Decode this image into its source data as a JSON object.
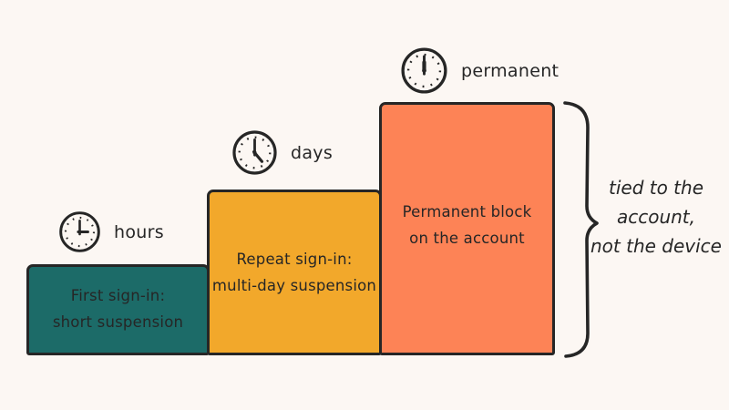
{
  "canvas": {
    "background_color": "#fcf7f3",
    "ink_color": "#262626"
  },
  "steps": [
    {
      "name": "first-sign-in",
      "duration_label": "hours",
      "line1": "First sign-in:",
      "line2": "short suspension",
      "fill": "#1c6b68",
      "icon": "clock-icon"
    },
    {
      "name": "repeat-sign-in",
      "duration_label": "days",
      "line1": "Repeat sign-in:",
      "line2": "multi-day suspension",
      "fill": "#f2a82b",
      "icon": "clock-icon"
    },
    {
      "name": "permanent-block",
      "duration_label": "permanent",
      "line1": "Permanent block",
      "line2": "on the account",
      "fill": "#fd8356",
      "icon": "clock-icon"
    }
  ],
  "annotation": {
    "line1": "tied to the",
    "line2": "account,",
    "line3": "not the device"
  }
}
